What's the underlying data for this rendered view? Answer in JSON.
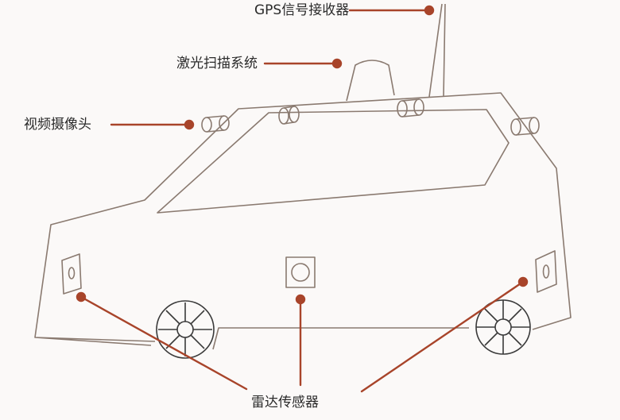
{
  "labels": {
    "gps": "GPS信号接收器",
    "lidar": "激光扫描系统",
    "camera": "视频摄像头",
    "radar": "雷达传感器"
  },
  "colors": {
    "leader_line": "#a8442a",
    "car_outline": "#8a7a70",
    "label_text": "#2a2a2a",
    "background": "#fbf9f8"
  }
}
